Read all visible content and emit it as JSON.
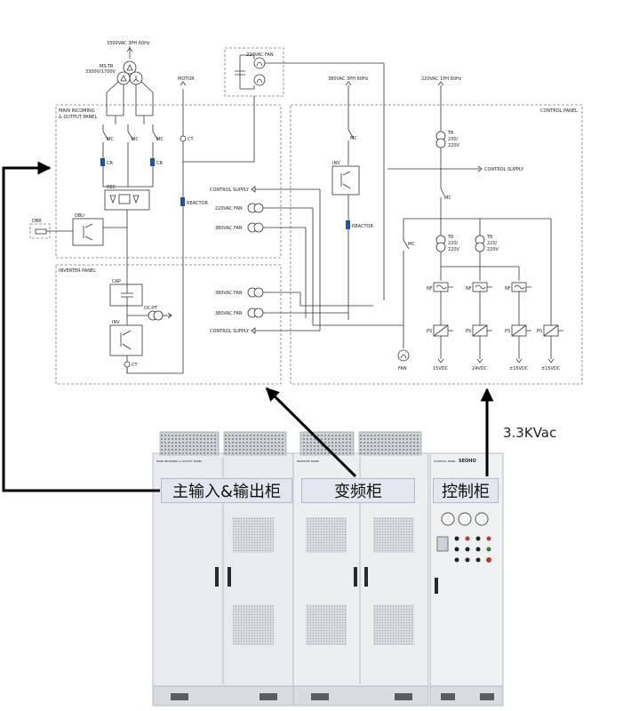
{
  "labels": {
    "supply_main": "3300VAC 3PH 60Hz",
    "ms_tr": "MS-TR",
    "ms_tr_ratio": "3300V/1700V",
    "motor": "MOTOR",
    "fan_220_top": "220VAC FAN",
    "supply_380": "380VAC 3PH 60Hz",
    "supply_220": "220VAC 1PH 60Hz",
    "main_incoming_1": "MAIN INCOMING",
    "main_incoming_2": "& OUTPUT PANEL",
    "control_panel": "CONTROL PANEL",
    "inverter_panel": "INVERTER PANEL",
    "mc": "MC",
    "cr": "CR",
    "ct": "CT",
    "rec": "REC",
    "dbr": "DBR",
    "dbu": "DBU",
    "cap": "CAP",
    "inv": "INV",
    "dc_pt": "DC-PT",
    "reactor": "REACTOR",
    "control_supply": "CONTROL SUPPLY",
    "fan_220": "220VAC FAN",
    "fan_380": "380VAC FAN",
    "fan_380_short": "380VAC",
    "tr": "TR",
    "tr_220_220": "220/",
    "tr_220_220b": "220V",
    "tr_230": "230/",
    "nf": "NF",
    "ps": "PS",
    "fan": "FAN",
    "v15": "15VDC",
    "v24": "24VDC",
    "vpm15a": "±15VDC",
    "vpm15b": "±15VDC"
  },
  "annotations": {
    "voltage": "3.3KVac"
  },
  "cabinet_labels": {
    "main": "主输入&输出柜",
    "inverter": "变频柜",
    "control": "控制柜"
  },
  "cabinet_plates": {
    "brand": "SEOHO",
    "main_plate": "MAIN INCOMING & OUTPUT PANEL",
    "inverter_plate": "INVERTER PANEL",
    "control_plate": "CONTROL PANEL"
  }
}
